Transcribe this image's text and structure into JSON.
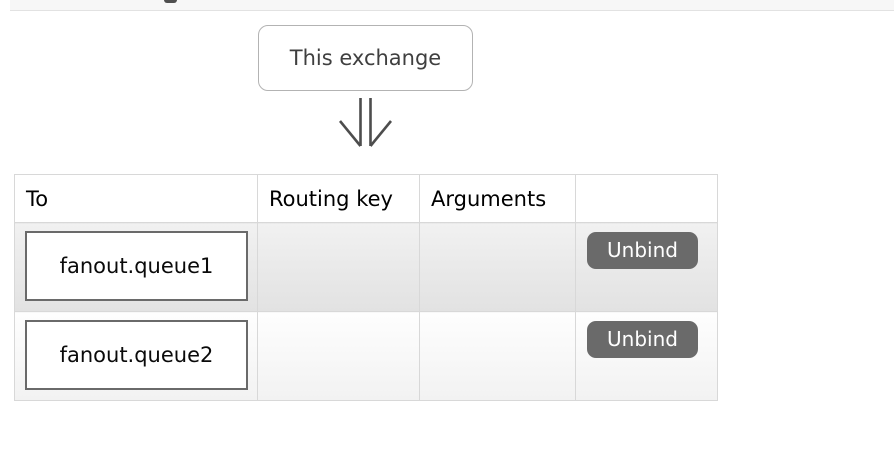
{
  "section": {
    "note": "top strip is the bottom sliver of a section header clipped by the viewport"
  },
  "diagram": {
    "source_label": "This exchange"
  },
  "table": {
    "headers": [
      "To",
      "Routing key",
      "Arguments",
      ""
    ],
    "rows": [
      {
        "to": "fanout.queue1",
        "routing_key": "",
        "arguments": "",
        "action": "Unbind"
      },
      {
        "to": "fanout.queue2",
        "routing_key": "",
        "arguments": "",
        "action": "Unbind"
      }
    ]
  },
  "colors": {
    "unbind_button_bg": "#6a6a6a",
    "unbind_button_text": "#ffffff",
    "queue_box_border": "#6a6a6a",
    "row_odd_bg_top": "#f1f1f1",
    "row_odd_bg_bottom": "#e2e2e2",
    "row_even_bg_top": "#fefefe",
    "row_even_bg_bottom": "#f2f2f2",
    "table_border": "#c2c2c2",
    "arrow_color": "#4d4d4d",
    "exchange_box_border": "#b3b3b3",
    "section_strip_bg": "#f7f7f7"
  }
}
